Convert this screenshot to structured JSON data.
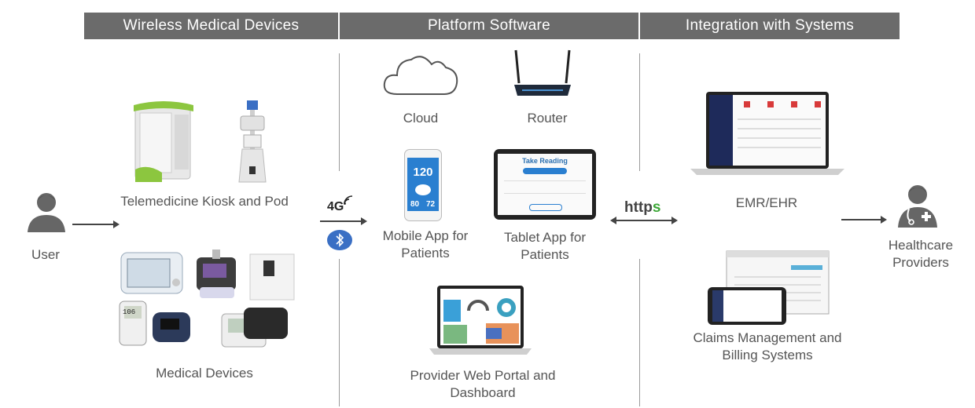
{
  "headers": {
    "wireless": "Wireless Medical Devices",
    "platform": "Platform Software",
    "integration": "Integration with Systems"
  },
  "labels": {
    "user": "User",
    "kiosk": "Telemedicine Kiosk and Pod",
    "medical_devices": "Medical Devices",
    "cloud": "Cloud",
    "router": "Router",
    "mobile_app": "Mobile App for Patients",
    "tablet_app": "Tablet App for Patients",
    "web_portal": "Provider Web Portal and Dashboard",
    "emr": "EMR/EHR",
    "claims": "Claims Management and Billing Systems",
    "providers": "Healthcare Providers"
  },
  "connectivity": {
    "cellular": "4G",
    "https_prefix": "http",
    "https_suffix": "s"
  },
  "phone_screen": {
    "top_value": "120",
    "left_value": "80",
    "right_value": "72"
  },
  "tablet_screen": {
    "title": "Take Reading"
  },
  "device_screens": {
    "glucometer": "106"
  },
  "colors": {
    "header_bg": "#6b6b6b",
    "https_green": "#3aa635",
    "bluetooth": "#3a6fc4",
    "kiosk_green": "#8cc63f",
    "phone_blue": "#2a7fd0"
  }
}
